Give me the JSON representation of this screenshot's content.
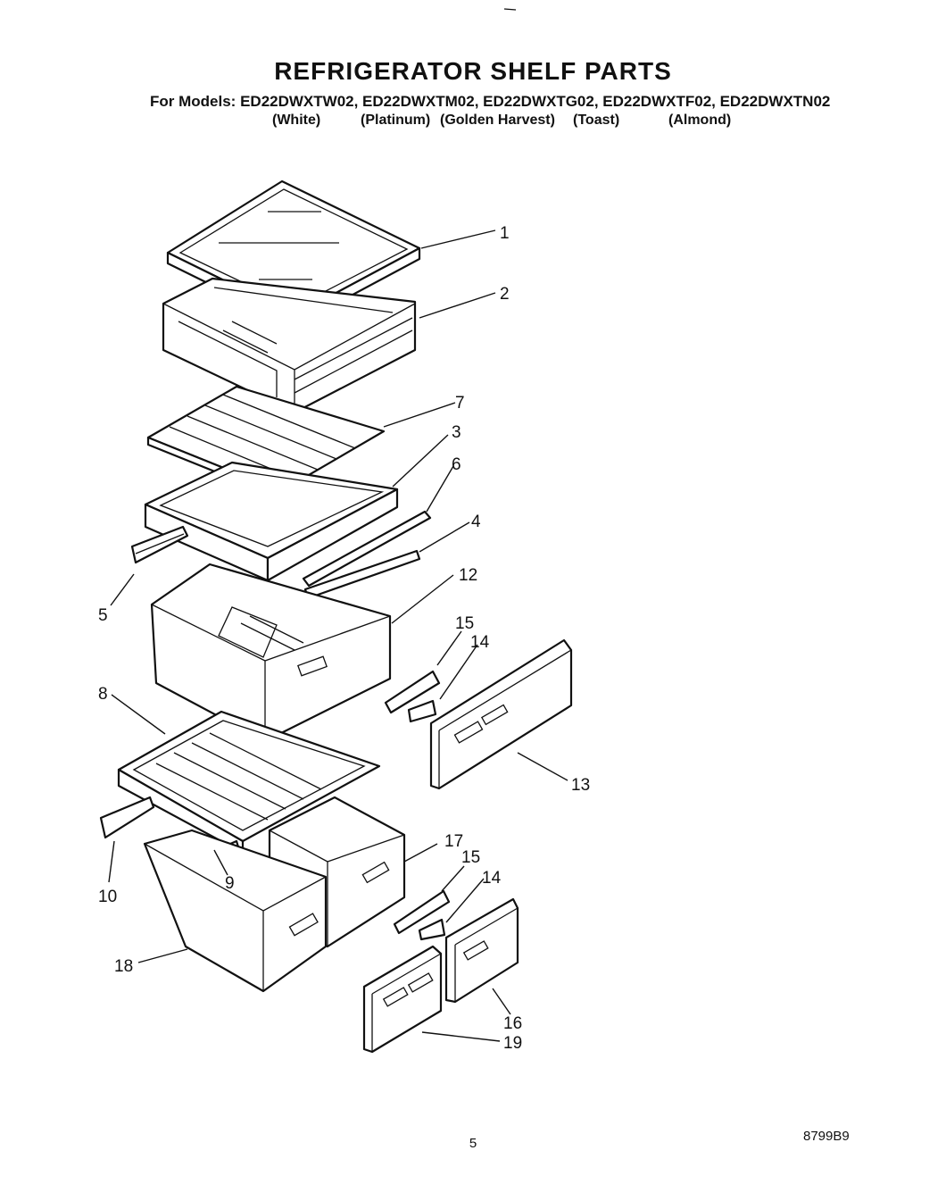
{
  "title": "REFRIGERATOR SHELF PARTS",
  "models": {
    "prefix": "For Models:",
    "list": "ED22DWXTW02, ED22DWXTM02, ED22DWXTG02, ED22DWXTF02, ED22DWXTN02",
    "colors": [
      "(White)",
      "(Platinum)",
      "(Golden Harvest)",
      "(Toast)",
      "(Almond)"
    ]
  },
  "callouts": [
    "1",
    "2",
    "7",
    "3",
    "6",
    "4",
    "5",
    "12",
    "15",
    "14",
    "8",
    "13",
    "17",
    "15",
    "14",
    "10",
    "9",
    "18",
    "16",
    "19"
  ],
  "footer": {
    "page_number": "5",
    "doc_number": "8799B9"
  }
}
